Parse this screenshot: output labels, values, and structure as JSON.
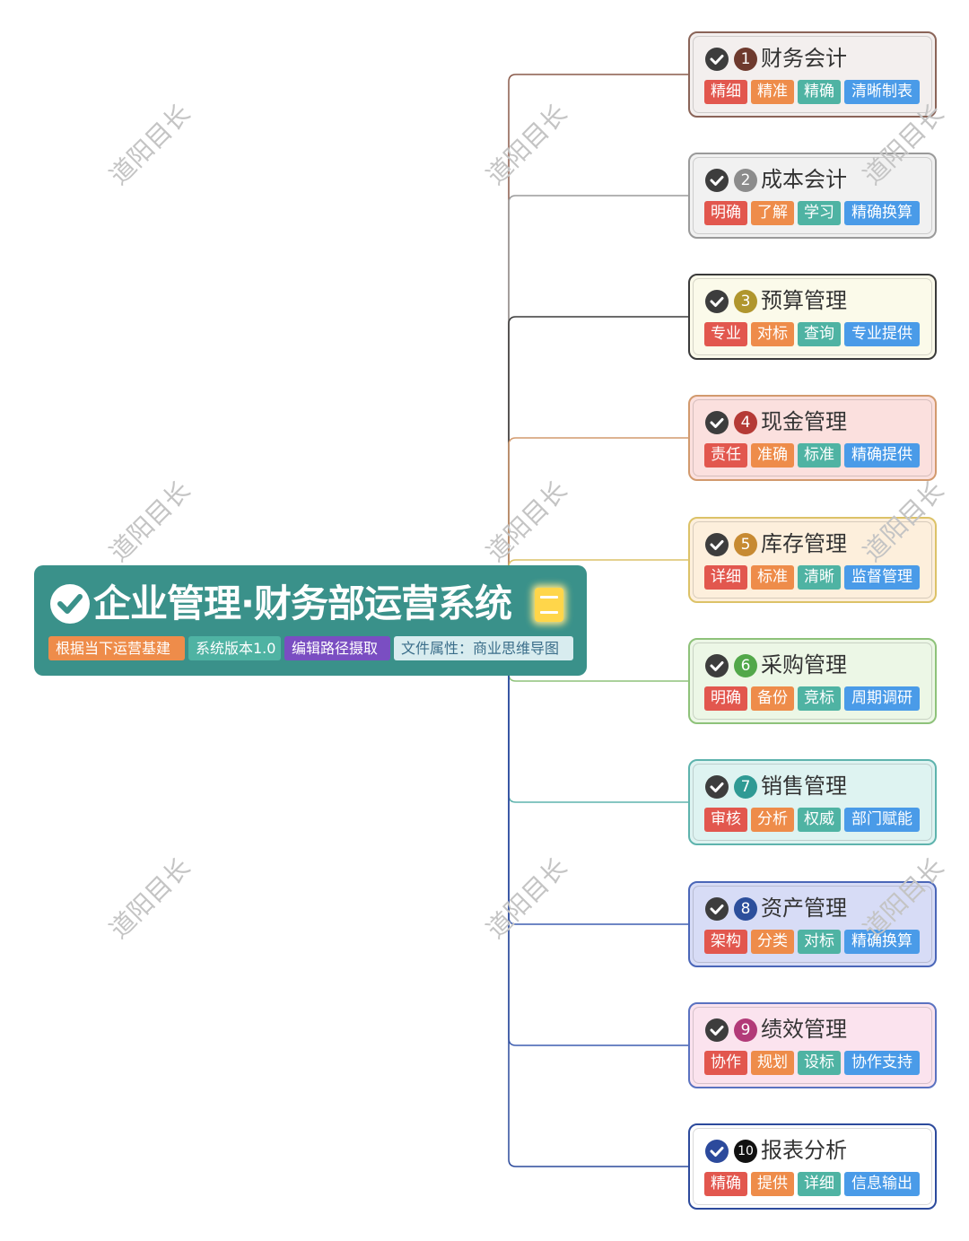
{
  "root": {
    "title": "企业管理·财务部运营系统",
    "tags": [
      {
        "label": "根据当下运营基建",
        "color": "#ee8c4a"
      },
      {
        "label": "系统版本1.0",
        "color": "#4fb3a3"
      },
      {
        "label": "编辑路径摄取",
        "color": "#7a4ec2"
      },
      {
        "label": "文件属性：商业思维导图",
        "color": "#d8ecef",
        "text_color": "#3b6e8a"
      }
    ],
    "check_icon": "check-circle-icon",
    "note_icon": "note-icon"
  },
  "tag_colors": [
    "#e2574e",
    "#ee8c4a",
    "#4fb3a3",
    "#4a9be8"
  ],
  "nodes": [
    {
      "num": "1",
      "title": "财务会计",
      "tags": [
        "精细",
        "精准",
        "精确",
        "清晰制表"
      ],
      "num_color": "#6e3a2e",
      "bg": "#f3efee",
      "border": "#8a6458",
      "link": "#8a5a4a"
    },
    {
      "num": "2",
      "title": "成本会计",
      "tags": [
        "明确",
        "了解",
        "学习",
        "精确换算"
      ],
      "num_color": "#8c8c8c",
      "bg": "#f1f1f1",
      "border": "#9a9a9a",
      "link": "#9a9a9a"
    },
    {
      "num": "3",
      "title": "预算管理",
      "tags": [
        "专业",
        "对标",
        "查询",
        "专业提供"
      ],
      "num_color": "#b0962e",
      "bg": "#fbfaea",
      "border": "#3a3a3a",
      "link": "#3a3a3a"
    },
    {
      "num": "4",
      "title": "现金管理",
      "tags": [
        "责任",
        "准确",
        "标准",
        "精确提供"
      ],
      "num_color": "#b53a36",
      "bg": "#fbe0de",
      "border": "#d29a6e",
      "link": "#d29a6e"
    },
    {
      "num": "5",
      "title": "库存管理",
      "tags": [
        "详细",
        "标准",
        "清晰",
        "监督管理"
      ],
      "num_color": "#c78a32",
      "bg": "#fdefdc",
      "border": "#dcc268",
      "link": "#dcc268"
    },
    {
      "num": "6",
      "title": "采购管理",
      "tags": [
        "明确",
        "备份",
        "竞标",
        "周期调研"
      ],
      "num_color": "#52a84a",
      "bg": "#ecf7e6",
      "border": "#8ec27a",
      "link": "#8ec27a"
    },
    {
      "num": "7",
      "title": "销售管理",
      "tags": [
        "审核",
        "分析",
        "权威",
        "部门赋能"
      ],
      "num_color": "#2f9a94",
      "bg": "#def3f1",
      "border": "#5eb3ad",
      "link": "#5eb3ad"
    },
    {
      "num": "8",
      "title": "资产管理",
      "tags": [
        "架构",
        "分类",
        "对标",
        "精确换算"
      ],
      "num_color": "#2c4f9c",
      "bg": "#d7dcf6",
      "border": "#4a66b8",
      "link": "#3f5fb0"
    },
    {
      "num": "9",
      "title": "绩效管理",
      "tags": [
        "协作",
        "规划",
        "设标",
        "协作支持"
      ],
      "num_color": "#b23a78",
      "bg": "#fbe3ee",
      "border": "#5a72c0",
      "link": "#3f5fb0"
    },
    {
      "num": "10",
      "title": "报表分析",
      "tags": [
        "精确",
        "提供",
        "详细",
        "信息输出"
      ],
      "num_color": "#111111",
      "bg": "#ffffff",
      "border": "#2c4a9c",
      "link": "#2c4a9c",
      "check_color": "#2c4a9c"
    }
  ],
  "watermark": "道阳目长"
}
